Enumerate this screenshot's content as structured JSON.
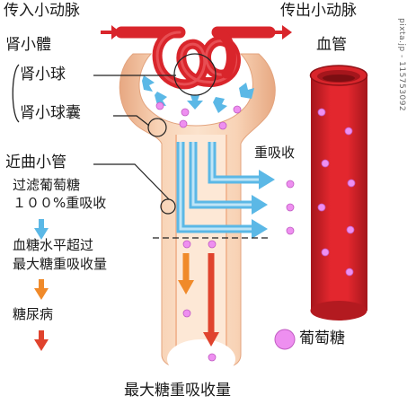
{
  "labels": {
    "afferent": "传入小动脉",
    "efferent": "传出小动脉",
    "renal_corpuscle": "肾小體",
    "glomerulus": "肾小球",
    "bowman_capsule": "肾小球囊",
    "blood_vessel": "血管",
    "proximal_tubule": "近曲小管",
    "reabsorption": "重吸收",
    "glucose_legend": "葡萄糖",
    "bottom_title": "最大糖重吸收量"
  },
  "steps": [
    {
      "line1": "过滤葡萄糖",
      "line2": "１００%重吸收"
    },
    {
      "line1": "血糖水平超过",
      "line2": "最大糖重吸收量"
    },
    {
      "line1": "糖尿病",
      "line2": ""
    }
  ],
  "watermark": "pixta.jp - 115753092",
  "colors": {
    "blood": "#d9252b",
    "blood_dark": "#a5161c",
    "tubule": "#f6c9a6",
    "tubule_light": "#fbe2cc",
    "tubule_edge": "#e3a37d",
    "filtrate_arrow": "#5bb8e6",
    "orange_arrow": "#f08a2a",
    "red_arrow": "#e0432d",
    "glucose": "#ee8ff0"
  }
}
